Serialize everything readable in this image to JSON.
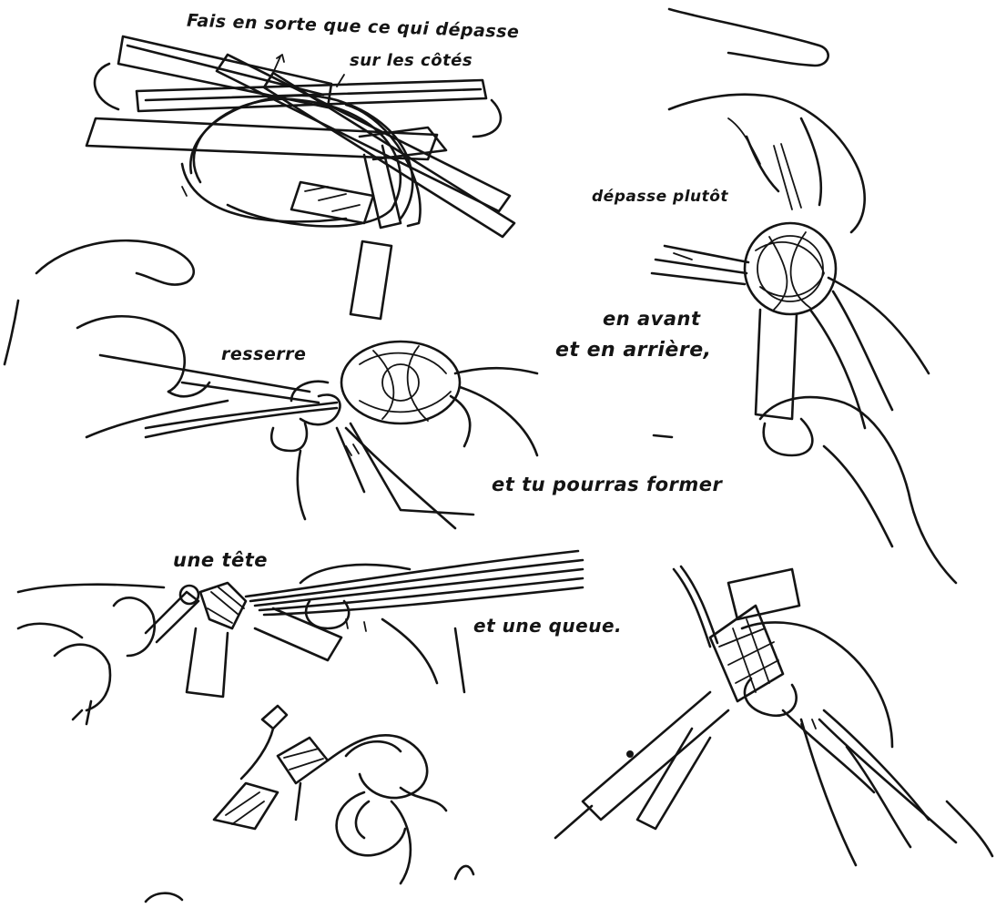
{
  "captions": {
    "line1": "Fais en sorte que ce qui dépasse",
    "line2": "sur les côtés",
    "line3": "dépasse plutôt",
    "line4": "resserre",
    "line5": "en avant",
    "line6": "et en arrière,",
    "line7": "et tu pourras former",
    "line8": "une tête",
    "line9": "et une queue."
  },
  "colors": {
    "ink": "#141414",
    "paper": "#ffffff"
  }
}
